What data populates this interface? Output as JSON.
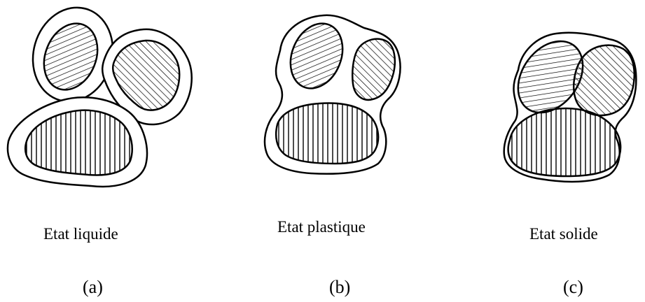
{
  "panels": [
    {
      "state": "Etat liquide",
      "letter": "(a)"
    },
    {
      "state": "Etat plastique",
      "letter": "(b)"
    },
    {
      "state": "Etat solide",
      "letter": "(c)"
    }
  ],
  "colors": {
    "ink": "#000000",
    "paper": "#ffffff"
  }
}
